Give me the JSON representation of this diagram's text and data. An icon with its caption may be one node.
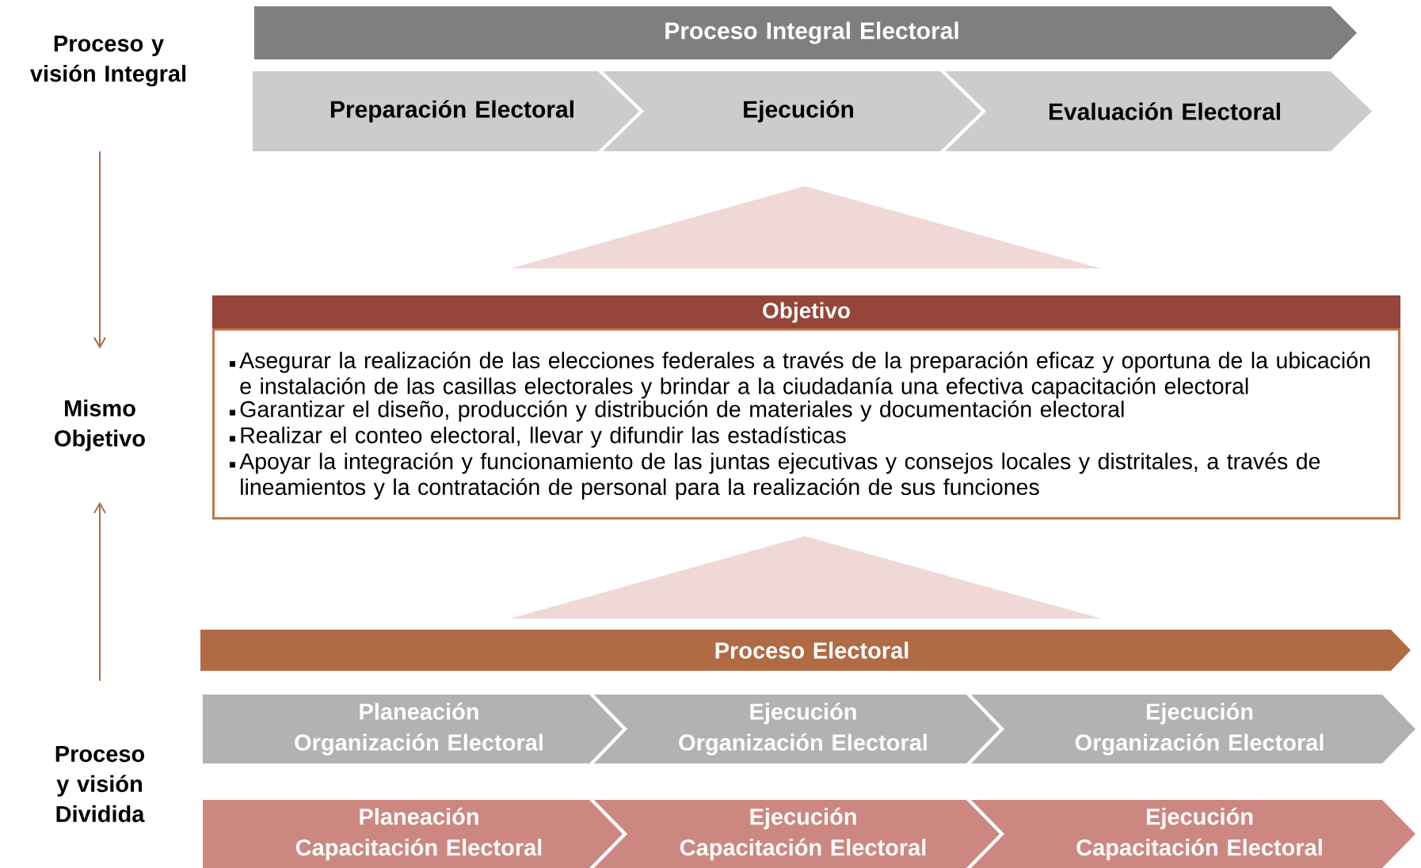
{
  "diagram": {
    "nodes": [
      {
        "text": [
          "Proceso y visión Integral"
        ]
      },
      {
        "text": [
          "Proceso Integral Electoral"
        ]
      },
      {
        "text": [
          "Preparación Electoral"
        ]
      },
      {
        "text": [
          "Ejecución"
        ]
      },
      {
        "text": [
          "Evaluación Electoral"
        ]
      },
      {
        "text": [],
        "shape": "triangle"
      },
      {
        "text": [
          "Mismo Objetivo"
        ]
      },
      {
        "text": [
          "Objetivo",
          "Asegurar la realización de las elecciones federales a través de la preparación eficaz y oportuna de la ubicación e instalación de las casillas electorales y brindar a la ciudadanía una efectiva capacitación electoral",
          "Garantizar el diseño, producción y distribución de materiales y documentación electoral",
          "Realizar el conteo electoral, llevar y difundir las estadísticas",
          "Apoyar la integración y funcionamiento de las juntas ejecutivas y consejos locales y distritales, a través de lineamientos y la contratación de personal para la realización de sus funciones"
        ]
      },
      {
        "text": [],
        "shape": "triangle"
      },
      {
        "text": [
          "Proceso Electoral"
        ]
      },
      {
        "text": [
          "Proceso y visión Dividida"
        ]
      },
      {
        "text": [
          "Planeación Organización Electoral"
        ]
      },
      {
        "text": [
          "Ejecución Organización Electoral"
        ]
      },
      {
        "text": [
          "Ejecución Organización Electoral"
        ]
      },
      {
        "text": [
          "Planeación Capacitación Electoral"
        ]
      },
      {
        "text": [
          "Ejecución Capacitación Electoral"
        ]
      },
      {
        "text": [
          "Ejecución Capacitación Electoral"
        ]
      }
    ],
    "edges": [
      {
        "from": 0,
        "to": 6,
        "arrow": "to"
      },
      {
        "from": 10,
        "to": 6,
        "arrow": "to"
      }
    ]
  }
}
